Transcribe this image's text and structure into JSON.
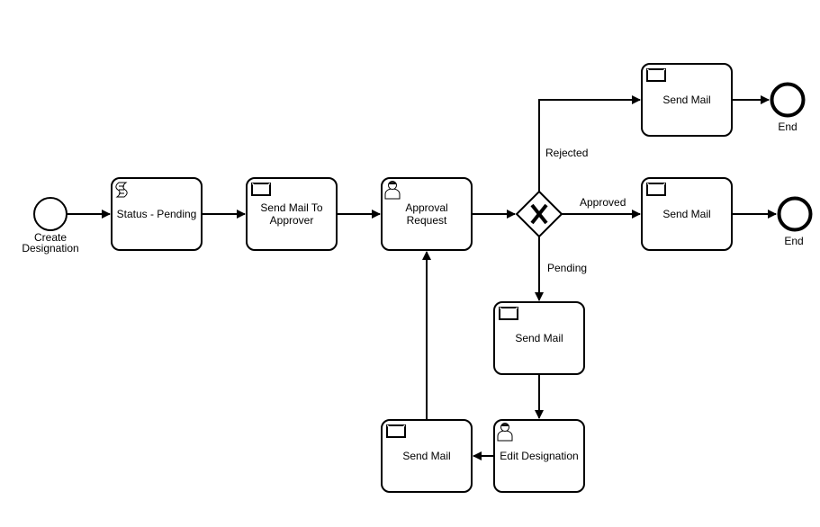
{
  "events": {
    "start": {
      "label_line1": "Create",
      "label_line2": "Designation"
    },
    "end_rejected": {
      "label": "End"
    },
    "end_approved": {
      "label": "End"
    }
  },
  "tasks": {
    "status_pending": {
      "label": "Status - Pending",
      "type": "script",
      "icon": "script-icon"
    },
    "send_mail_approver": {
      "label_line1": "Send Mail To",
      "label_line2": "Approver",
      "type": "send",
      "icon": "envelope-icon"
    },
    "approval_request": {
      "label_line1": "Approval",
      "label_line2": "Request",
      "type": "user",
      "icon": "user-icon"
    },
    "send_mail_rejected": {
      "label": "Send Mail",
      "type": "send",
      "icon": "envelope-icon"
    },
    "send_mail_approved": {
      "label": "Send Mail",
      "type": "send",
      "icon": "envelope-icon"
    },
    "send_mail_pending": {
      "label": "Send Mail",
      "type": "send",
      "icon": "envelope-icon"
    },
    "edit_designation": {
      "label": "Edit Designation",
      "type": "user",
      "icon": "user-icon"
    },
    "send_mail_loop": {
      "label": "Send Mail",
      "type": "send",
      "icon": "envelope-icon"
    }
  },
  "gateway": {
    "type": "exclusive",
    "icon": "x-icon"
  },
  "flows": {
    "rejected": "Rejected",
    "approved": "Approved",
    "pending": "Pending"
  }
}
